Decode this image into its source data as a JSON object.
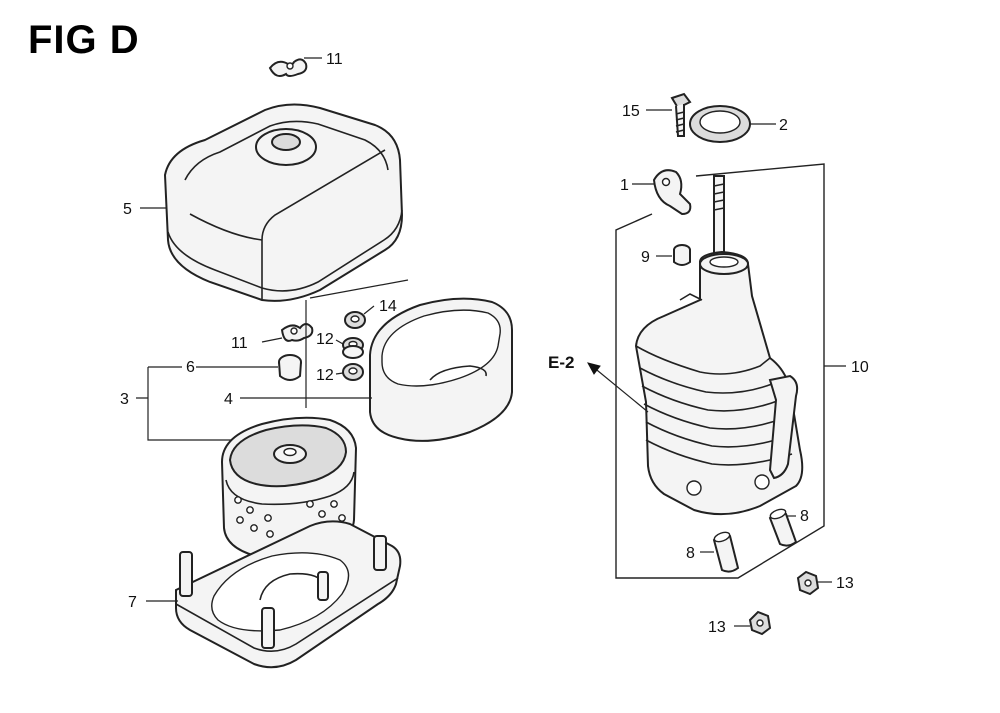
{
  "figure": {
    "title": "FIG D"
  },
  "callouts": {
    "c1": "1",
    "c2": "2",
    "c3": "3",
    "c4": "4",
    "c5": "5",
    "c6": "6",
    "c7": "7",
    "c8a": "8",
    "c8b": "8",
    "c9": "9",
    "c10": "10",
    "c11a": "11",
    "c11b": "11",
    "c12a": "12",
    "c12b": "12",
    "c13a": "13",
    "c13b": "13",
    "c14": "14",
    "c15": "15"
  },
  "reference": {
    "label": "E-2"
  }
}
